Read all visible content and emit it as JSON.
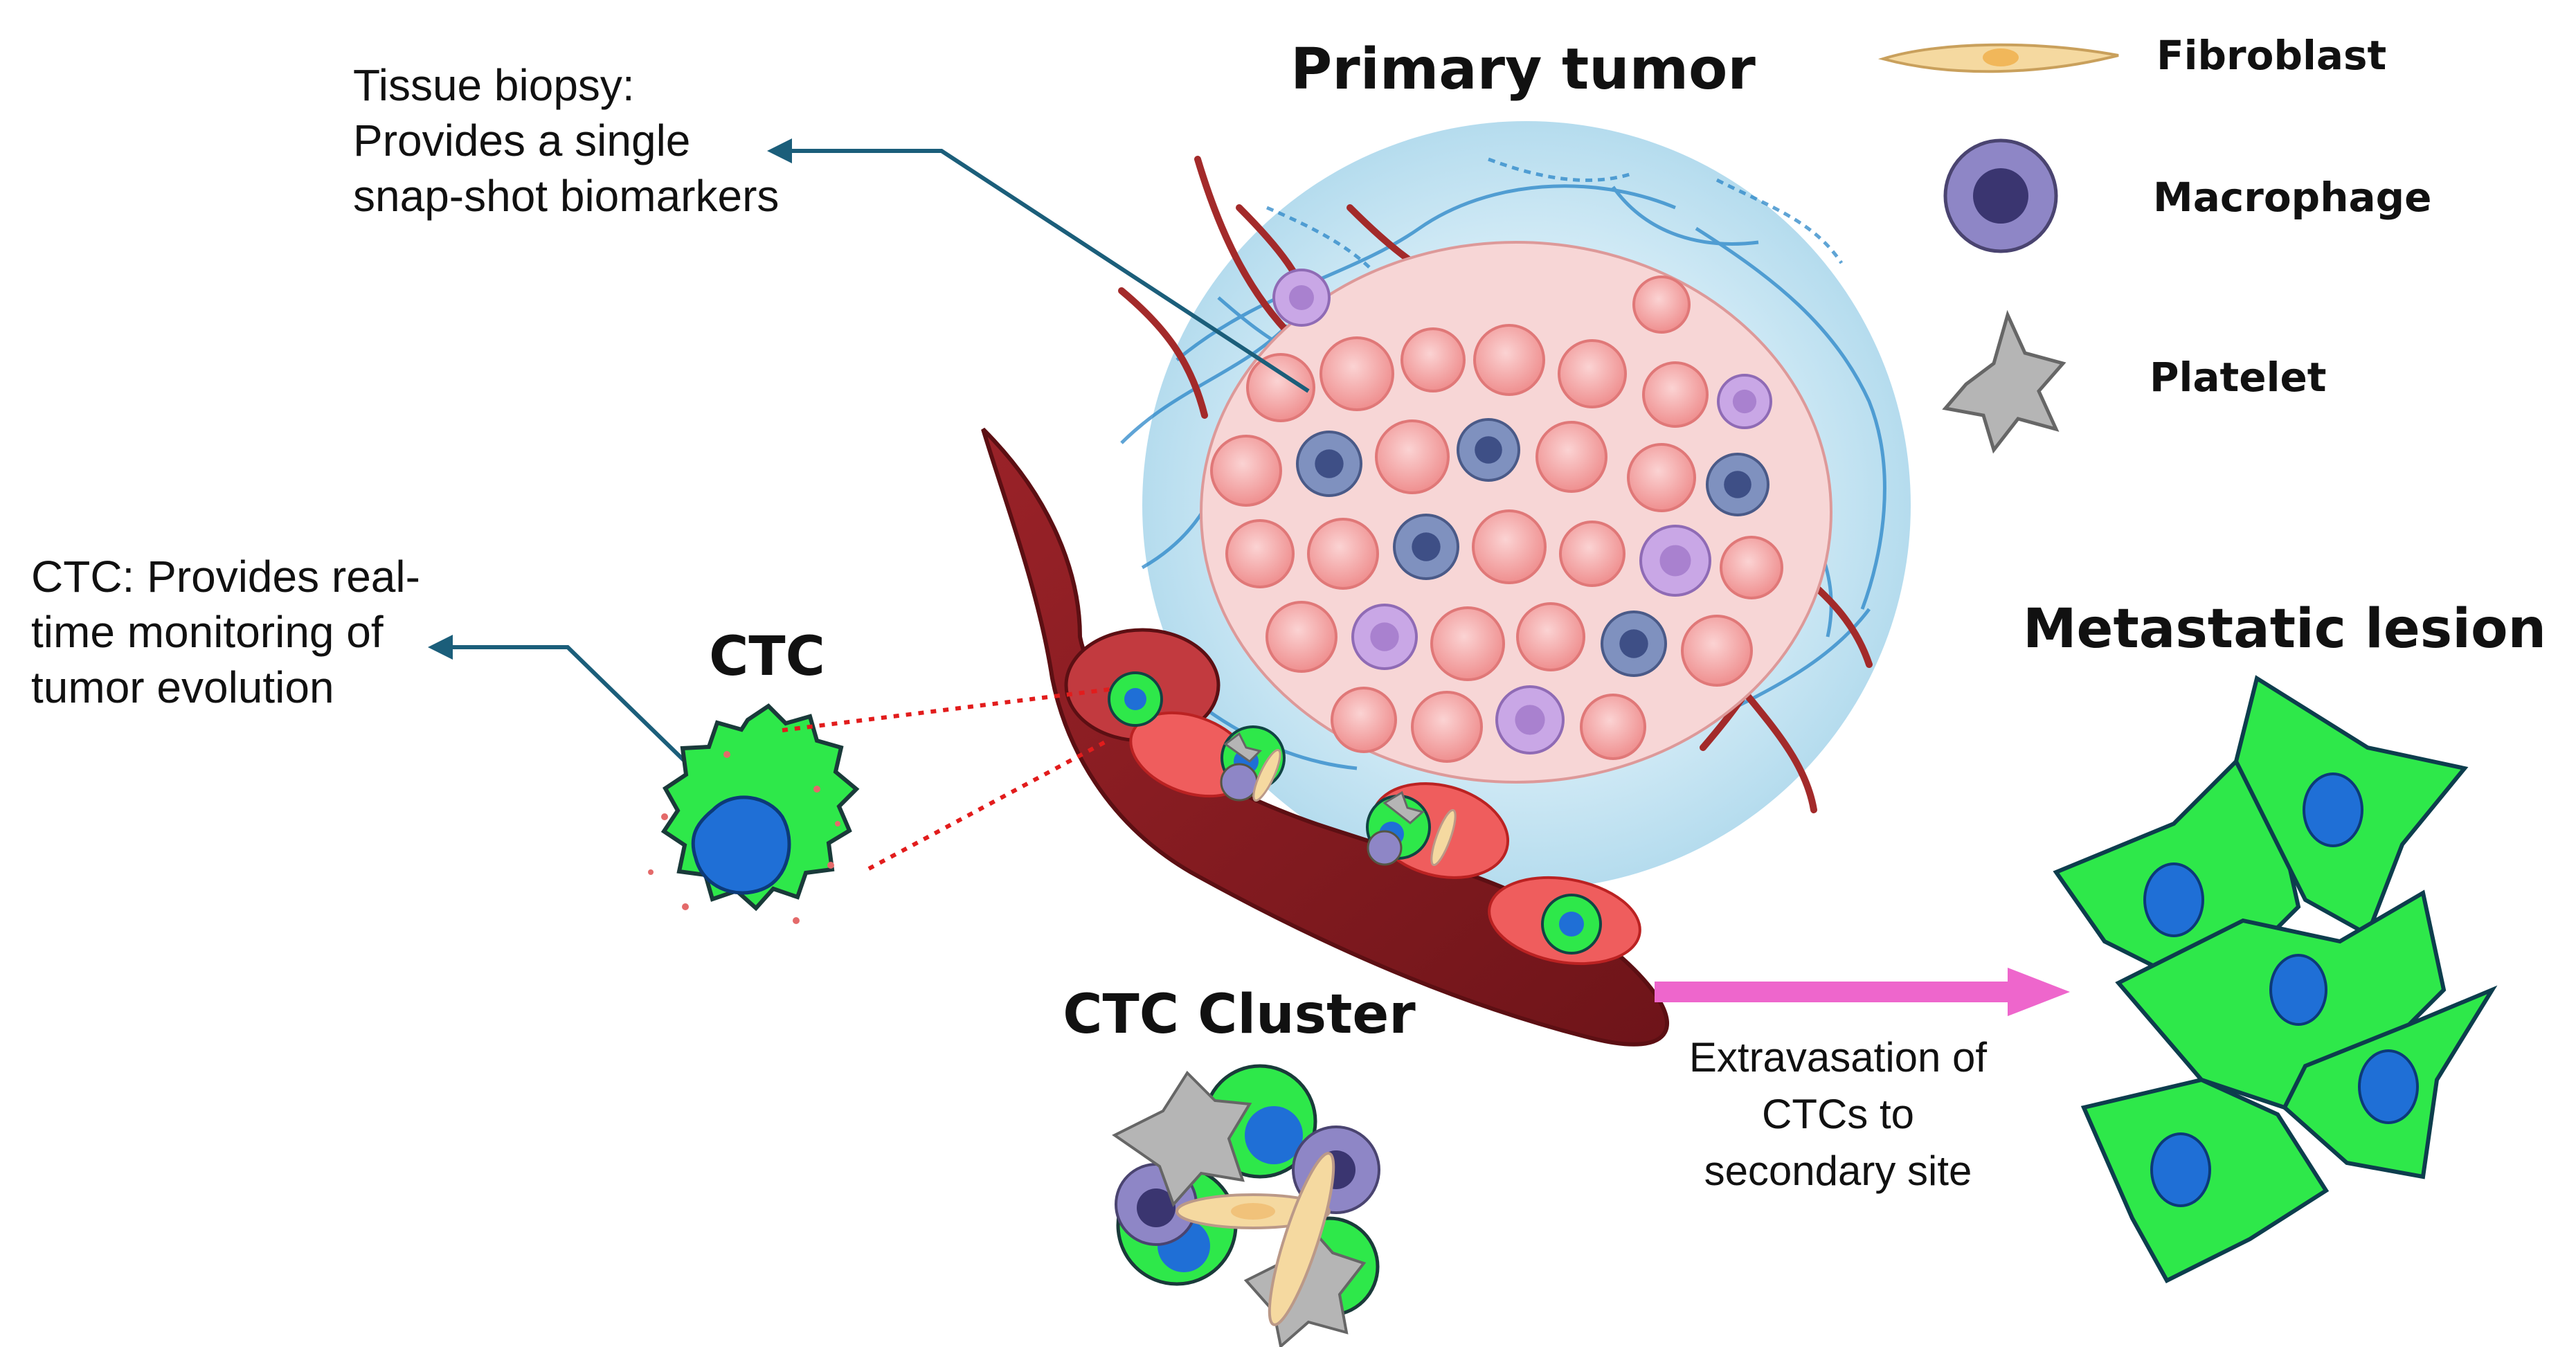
{
  "titles": {
    "primary_tumor": "Primary tumor",
    "ctc": "CTC",
    "ctc_cluster": "CTC Cluster",
    "metastatic_lesion": "Metastatic lesion"
  },
  "notes": {
    "biopsy": [
      "Tissue biopsy:",
      "Provides a single",
      "snap-shot biomarkers"
    ],
    "ctc": [
      "CTC: Provides real-",
      "time monitoring of",
      "tumor evolution"
    ],
    "extravasation": [
      "Extravasation of",
      "CTCs to",
      "secondary site"
    ]
  },
  "legend": [
    {
      "label": "Fibroblast",
      "icon": "fibroblast-icon"
    },
    {
      "label": "Macrophage",
      "icon": "macrophage-icon"
    },
    {
      "label": "Platelet",
      "icon": "platelet-icon"
    }
  ],
  "colors": {
    "ctc_green": "#2ee84a",
    "nucleus_blue": "#1f6fd6",
    "vessel_red": "#8b1e23",
    "arrow_teal": "#1b5e7a",
    "arrow_pink": "#ee66cc",
    "dotted_red": "#e21c1c"
  }
}
